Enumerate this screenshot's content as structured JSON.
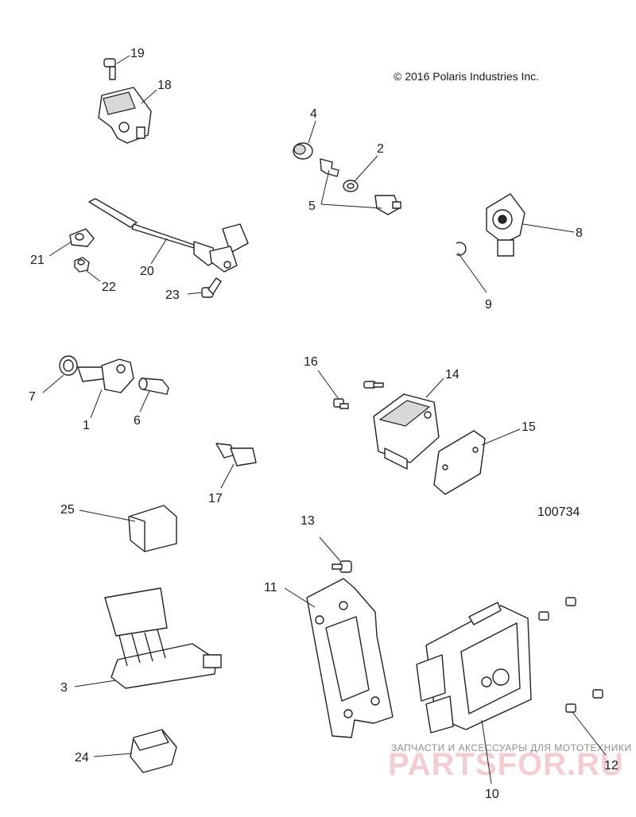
{
  "copyright": "© 2016 Polaris Industries Inc.",
  "diagram_id": "100734",
  "watermark": {
    "caption": "ЗАПЧАСТИ И АКСЕССУАРЫ ДЛЯ МОТОТЕХНИКИ",
    "brand": "PARTSFOR.RU"
  },
  "callouts": {
    "c1": "1",
    "c2": "2",
    "c3": "3",
    "c4": "4",
    "c5": "5",
    "c6": "6",
    "c7": "7",
    "c8": "8",
    "c9": "9",
    "c10": "10",
    "c11": "11",
    "c12": "12",
    "c13": "13",
    "c14": "14",
    "c15": "15",
    "c16": "16",
    "c17": "17",
    "c18": "18",
    "c19": "19",
    "c20": "20",
    "c21": "21",
    "c22": "22",
    "c23": "23",
    "c24": "24",
    "c25": "25"
  }
}
